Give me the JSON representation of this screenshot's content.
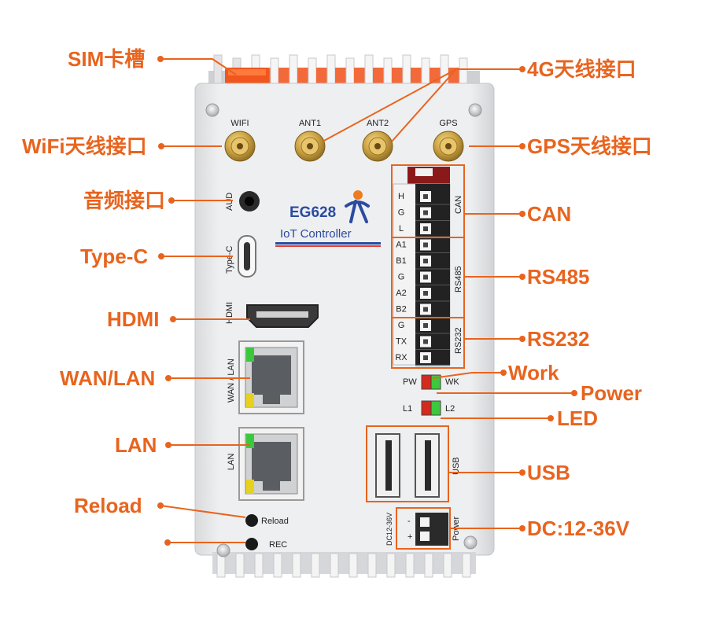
{
  "callouts": {
    "sim": "SIM卡槽",
    "wifi": "WiFi天线接口",
    "audio": "音频接口",
    "typec": "Type-C",
    "hdmi": "HDMI",
    "wanlan": "WAN/LAN",
    "lan": "LAN",
    "reload": "Reload",
    "ant4g": "4G天线接口",
    "gps": "GPS天线接口",
    "can": "CAN",
    "rs485": "RS485",
    "rs232": "RS232",
    "work": "Work",
    "power": "Power",
    "led": "LED",
    "usb": "USB",
    "dc": "DC:12-36V"
  },
  "device": {
    "ant_labels": [
      "WIFI",
      "ANT1",
      "ANT2",
      "GPS"
    ],
    "aud": "AUD",
    "typec": "Type-C",
    "hdmi": "HDMI",
    "wan_lan": "WAN / LAN",
    "lan": "LAN",
    "reload": "Reload",
    "rec": "REC",
    "logo_model": "EG628",
    "logo_sub": "IoT Controller",
    "can_pins": [
      "H",
      "G",
      "L"
    ],
    "rs485_pins": [
      "A1",
      "B1",
      "G",
      "A2",
      "B2"
    ],
    "rs232_pins": [
      "G",
      "TX",
      "RX"
    ],
    "can_side": "CAN",
    "rs485_side": "RS485",
    "rs232_side": "RS232",
    "pw": "PW",
    "wk": "WK",
    "l1": "L1",
    "l2": "L2",
    "usb": "USB",
    "dc_side": "DC12-36V",
    "minus": "-",
    "plus": "+",
    "power_side": "Power"
  },
  "colors": {
    "accent": "#e8641e",
    "body": "#e9eaec",
    "led_green": "#3cc83c",
    "led_red": "#d42a1e",
    "led_yellow": "#e6d21e"
  }
}
